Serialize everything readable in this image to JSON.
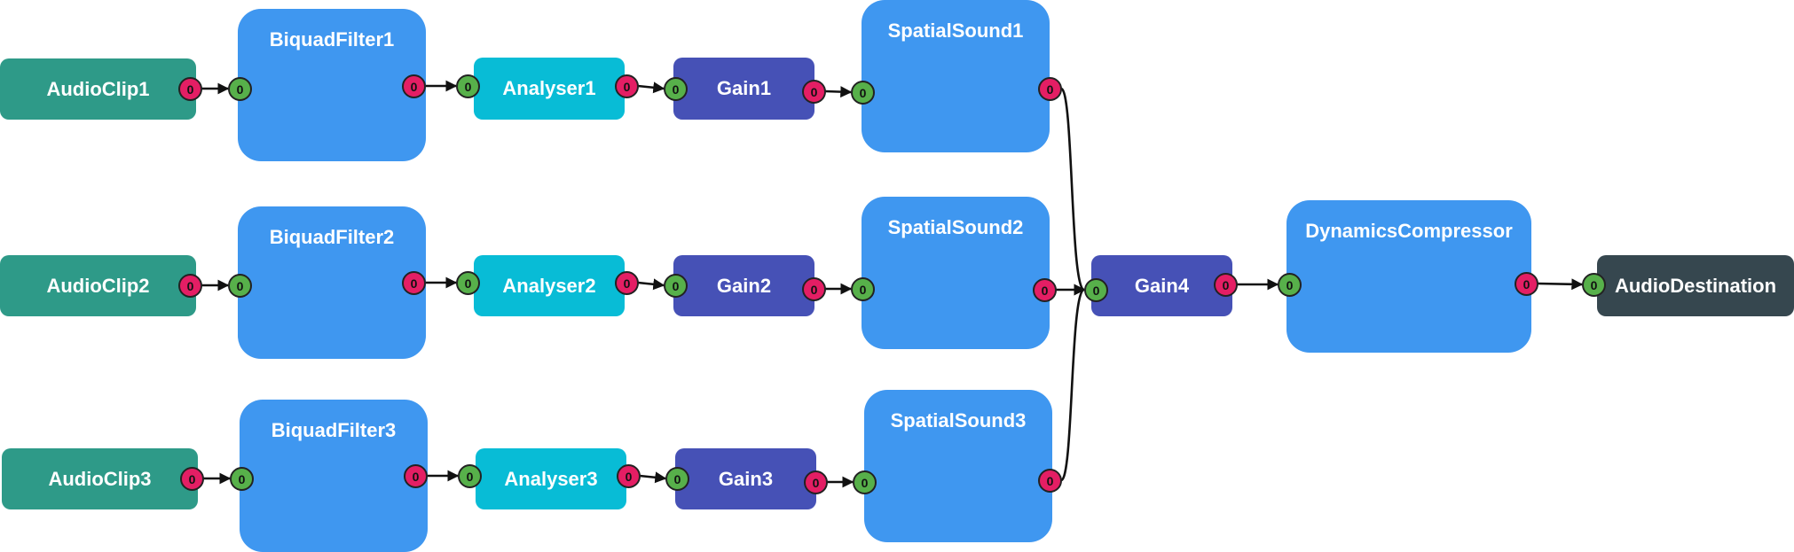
{
  "colors": {
    "source": "#2e9a88",
    "biquad": "#3f97f0",
    "analyser": "#08bcd6",
    "gain": "#4651b6",
    "spatial": "#3f97f0",
    "compressor": "#3f97f0",
    "destination": "#36474f",
    "output_port": "#e41e64",
    "input_port": "#57b04a",
    "edge": "#111111"
  },
  "nodes": [
    {
      "id": "audioclip1",
      "label": "AudioClip1",
      "kind": "source",
      "out": "0"
    },
    {
      "id": "biquadfilter1",
      "label": "BiquadFilter1",
      "kind": "biquad",
      "in": "0",
      "out": "0"
    },
    {
      "id": "analyser1",
      "label": "Analyser1",
      "kind": "analyser",
      "in": "0",
      "out": "0"
    },
    {
      "id": "gain1",
      "label": "Gain1",
      "kind": "gain",
      "in": "0",
      "out": "0"
    },
    {
      "id": "spatialsound1",
      "label": "SpatialSound1",
      "kind": "spatial",
      "in": "0",
      "out": "0"
    },
    {
      "id": "audioclip2",
      "label": "AudioClip2",
      "kind": "source",
      "out": "0"
    },
    {
      "id": "biquadfilter2",
      "label": "BiquadFilter2",
      "kind": "biquad",
      "in": "0",
      "out": "0"
    },
    {
      "id": "analyser2",
      "label": "Analyser2",
      "kind": "analyser",
      "in": "0",
      "out": "0"
    },
    {
      "id": "gain2",
      "label": "Gain2",
      "kind": "gain",
      "in": "0",
      "out": "0"
    },
    {
      "id": "spatialsound2",
      "label": "SpatialSound2",
      "kind": "spatial",
      "in": "0",
      "out": "0"
    },
    {
      "id": "audioclip3",
      "label": "AudioClip3",
      "kind": "source",
      "out": "0"
    },
    {
      "id": "biquadfilter3",
      "label": "BiquadFilter3",
      "kind": "biquad",
      "in": "0",
      "out": "0"
    },
    {
      "id": "analyser3",
      "label": "Analyser3",
      "kind": "analyser",
      "in": "0",
      "out": "0"
    },
    {
      "id": "gain3",
      "label": "Gain3",
      "kind": "gain",
      "in": "0",
      "out": "0"
    },
    {
      "id": "spatialsound3",
      "label": "SpatialSound3",
      "kind": "spatial",
      "in": "0",
      "out": "0"
    },
    {
      "id": "gain4",
      "label": "Gain4",
      "kind": "gain",
      "in": "0",
      "out": "0"
    },
    {
      "id": "dynamicscompressor",
      "label": "DynamicsCompressor",
      "kind": "compressor",
      "in": "0",
      "out": "0"
    },
    {
      "id": "audiodestination",
      "label": "AudioDestination",
      "kind": "destination",
      "in": "0"
    }
  ],
  "edges": [
    {
      "from": "audioclip1",
      "to": "biquadfilter1"
    },
    {
      "from": "biquadfilter1",
      "to": "analyser1"
    },
    {
      "from": "analyser1",
      "to": "gain1"
    },
    {
      "from": "gain1",
      "to": "spatialsound1"
    },
    {
      "from": "audioclip2",
      "to": "biquadfilter2"
    },
    {
      "from": "biquadfilter2",
      "to": "analyser2"
    },
    {
      "from": "analyser2",
      "to": "gain2"
    },
    {
      "from": "gain2",
      "to": "spatialsound2"
    },
    {
      "from": "audioclip3",
      "to": "biquadfilter3"
    },
    {
      "from": "biquadfilter3",
      "to": "analyser3"
    },
    {
      "from": "analyser3",
      "to": "gain3"
    },
    {
      "from": "gain3",
      "to": "spatialsound3"
    },
    {
      "from": "spatialsound1",
      "to": "gain4"
    },
    {
      "from": "spatialsound2",
      "to": "gain4"
    },
    {
      "from": "spatialsound3",
      "to": "gain4"
    },
    {
      "from": "gain4",
      "to": "dynamicscompressor"
    },
    {
      "from": "dynamicscompressor",
      "to": "audiodestination"
    }
  ]
}
